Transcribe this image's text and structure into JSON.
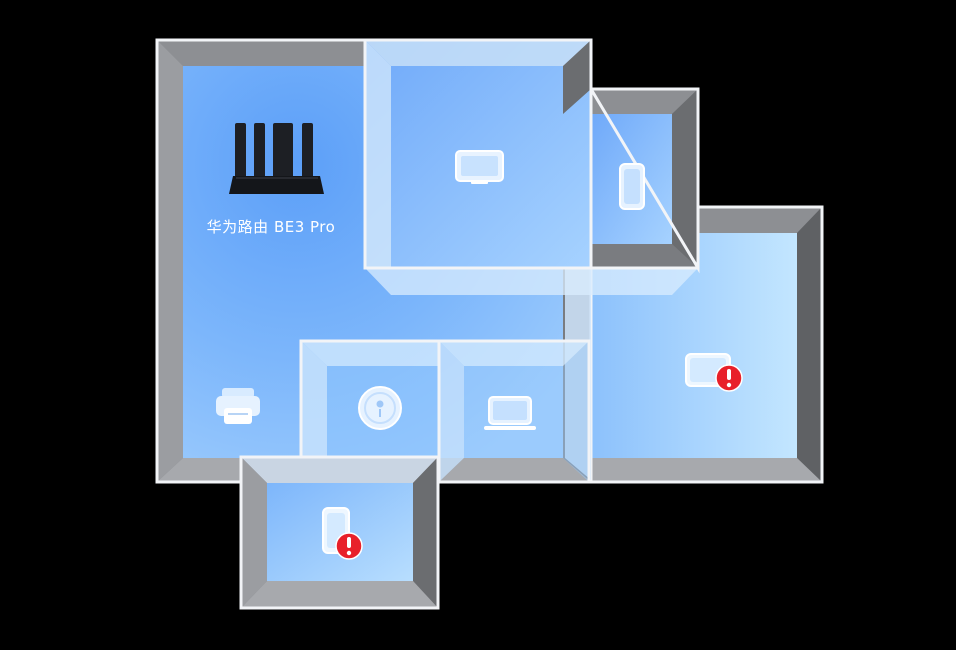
{
  "router": {
    "label": "华为路由 BE3 Pro"
  },
  "devices": [
    {
      "name": "printer",
      "icon": "printer-icon",
      "warning": false
    },
    {
      "name": "tv",
      "icon": "tv-icon",
      "warning": false
    },
    {
      "name": "phone-side-room",
      "icon": "phone-icon",
      "warning": false
    },
    {
      "name": "tablet-right-room",
      "icon": "tablet-icon",
      "warning": true
    },
    {
      "name": "robot-vacuum",
      "icon": "robot-vacuum-icon",
      "warning": false
    },
    {
      "name": "laptop",
      "icon": "laptop-icon",
      "warning": false
    },
    {
      "name": "phone-bottom-room",
      "icon": "phone-icon",
      "warning": true
    }
  ],
  "colors": {
    "background": "#000000",
    "room_blue_light": "#b9e2ff",
    "room_blue_dark": "#5fa3ff",
    "wall_outer": "#808285",
    "wall_inner": "#a9abae",
    "warning_red": "#e8202a"
  }
}
